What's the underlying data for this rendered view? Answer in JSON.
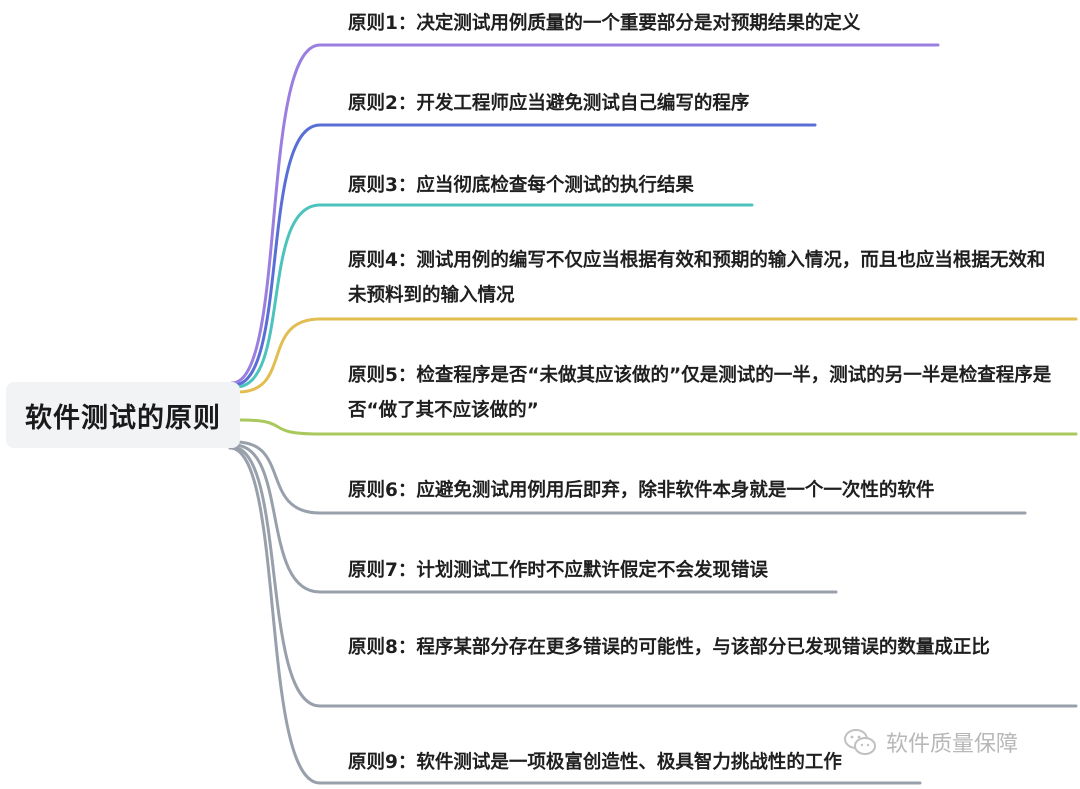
{
  "root": {
    "label": "软件测试的原则"
  },
  "branches": [
    {
      "text": "原则1：决定测试用例质量的一个重要部分是对预期结果的定义",
      "color": "#9b7fe0"
    },
    {
      "text": "原则2：开发工程师应当避免测试自己编写的程序",
      "color": "#5a6fd6"
    },
    {
      "text": "原则3：应当彻底检查每个测试的执行结果",
      "color": "#4cc3bd"
    },
    {
      "text": "原则4：测试用例的编写不仅应当根据有效和预期的输入情况，而且也应当根据无效和未预料到的输入情况",
      "color": "#e2bd50"
    },
    {
      "text": "原则5：检查程序是否“未做其应该做的”仅是测试的一半，测试的另一半是检查程序是否“做了其不应该做的”",
      "color": "#a9c95c"
    },
    {
      "text": "原则6：应避免测试用例用后即弃，除非软件本身就是一个一次性的软件",
      "color": "#98a0ab"
    },
    {
      "text": "原则7：计划测试工作时不应默许假定不会发现错误",
      "color": "#98a0ab"
    },
    {
      "text": "原则8：程序某部分存在更多错误的可能性，与该部分已发现错误的数量成正比",
      "color": "#98a0ab"
    },
    {
      "text": "原则9：软件测试是一项极富创造性、极具智力挑战性的工作",
      "color": "#98a0ab"
    }
  ],
  "watermark": {
    "text": "软件质量保障",
    "icon": "wechat-icon"
  }
}
